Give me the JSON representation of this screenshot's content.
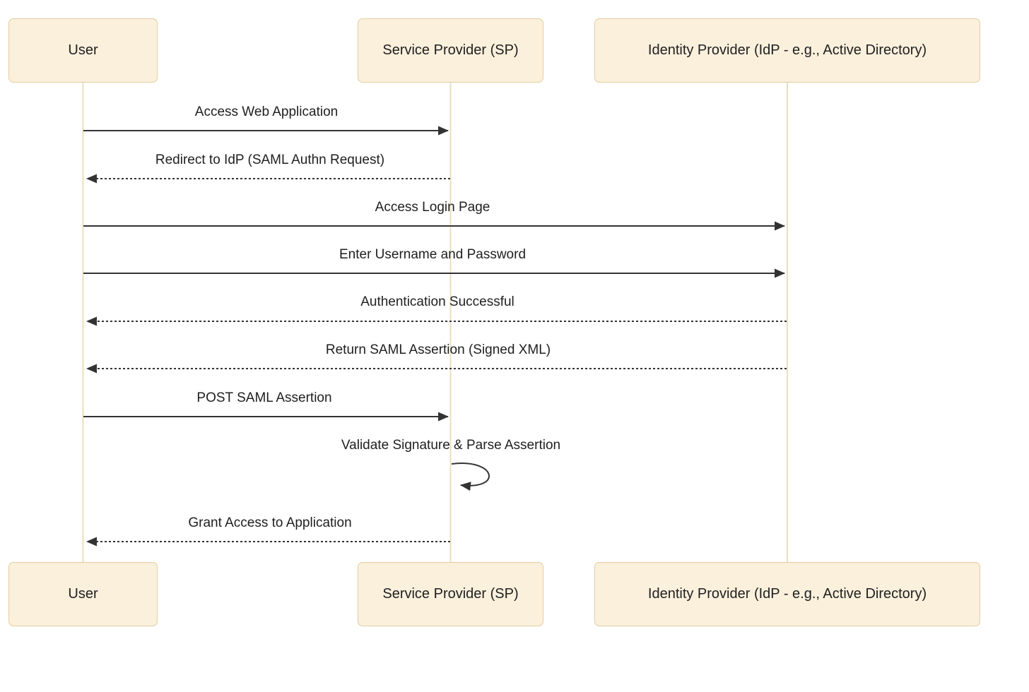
{
  "diagram": {
    "type": "sequence-diagram",
    "subject": "SAML SSO authentication flow",
    "colors": {
      "background": "#ffffff",
      "actor_fill": "#faf0dc",
      "actor_border": "#e3cda0",
      "lifeline": "#eadfbb",
      "arrow": "#333333",
      "text": "#1f1f1f"
    },
    "actors": [
      {
        "id": "user",
        "label": "User"
      },
      {
        "id": "sp",
        "label": "Service Provider (SP)"
      },
      {
        "id": "idp",
        "label": "Identity Provider (IdP - e.g., Active Directory)"
      }
    ],
    "messages": [
      {
        "label": "Access Web Application",
        "from": "user",
        "to": "sp",
        "line": "solid"
      },
      {
        "label": "Redirect to IdP (SAML Authn Request)",
        "from": "sp",
        "to": "user",
        "line": "dashed"
      },
      {
        "label": "Access Login Page",
        "from": "user",
        "to": "idp",
        "line": "solid"
      },
      {
        "label": "Enter Username and Password",
        "from": "user",
        "to": "idp",
        "line": "solid"
      },
      {
        "label": "Authentication Successful",
        "from": "idp",
        "to": "user",
        "line": "dashed"
      },
      {
        "label": "Return SAML Assertion (Signed XML)",
        "from": "idp",
        "to": "user",
        "line": "dashed"
      },
      {
        "label": "POST SAML Assertion",
        "from": "user",
        "to": "sp",
        "line": "solid"
      },
      {
        "label": "Validate Signature & Parse Assertion",
        "from": "sp",
        "to": "sp",
        "line": "self-loop"
      },
      {
        "label": "Grant Access to Application",
        "from": "sp",
        "to": "user",
        "line": "dashed"
      }
    ]
  }
}
